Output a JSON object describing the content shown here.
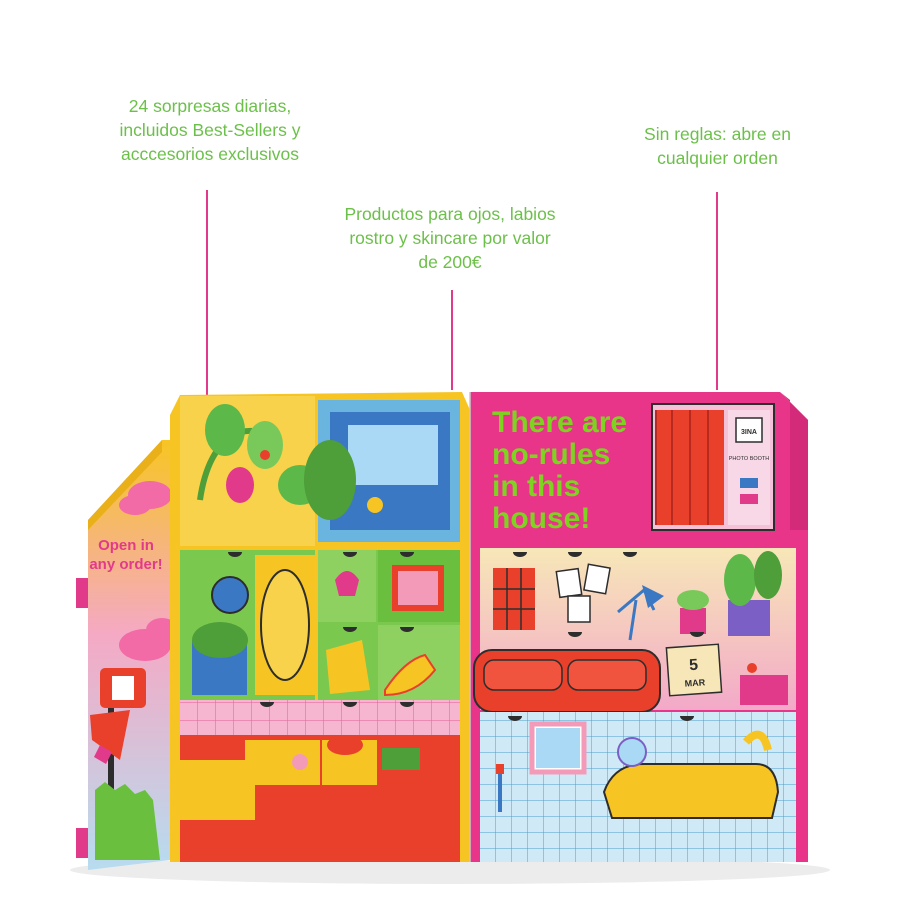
{
  "callouts": [
    {
      "lines": [
        "24 sorpresas diarias,",
        "incluidos Best-Sellers y",
        "acccesorios exclusivos"
      ]
    },
    {
      "lines": [
        "Productos para ojos, labios",
        "rostro y skincare por valor",
        "de 200€"
      ]
    },
    {
      "lines": [
        "Sin reglas: abre en",
        "cualquier orden"
      ]
    }
  ],
  "product": {
    "left_flap_text": [
      "Open in",
      "any order!"
    ],
    "headline": [
      "There are",
      "no-rules",
      "in this",
      "house!"
    ],
    "photo_booth_label": "PHOTO BOOTH",
    "booth_logo": "3INA",
    "calendar_sticker": {
      "number": "5",
      "month": "MAR"
    }
  },
  "colors": {
    "callout_text": "#6cc04a",
    "leader_line": "#e23a8a",
    "left_house_yellow": "#f7c523",
    "right_house_pink": "#e8358a",
    "headline_green": "#7ed321"
  }
}
